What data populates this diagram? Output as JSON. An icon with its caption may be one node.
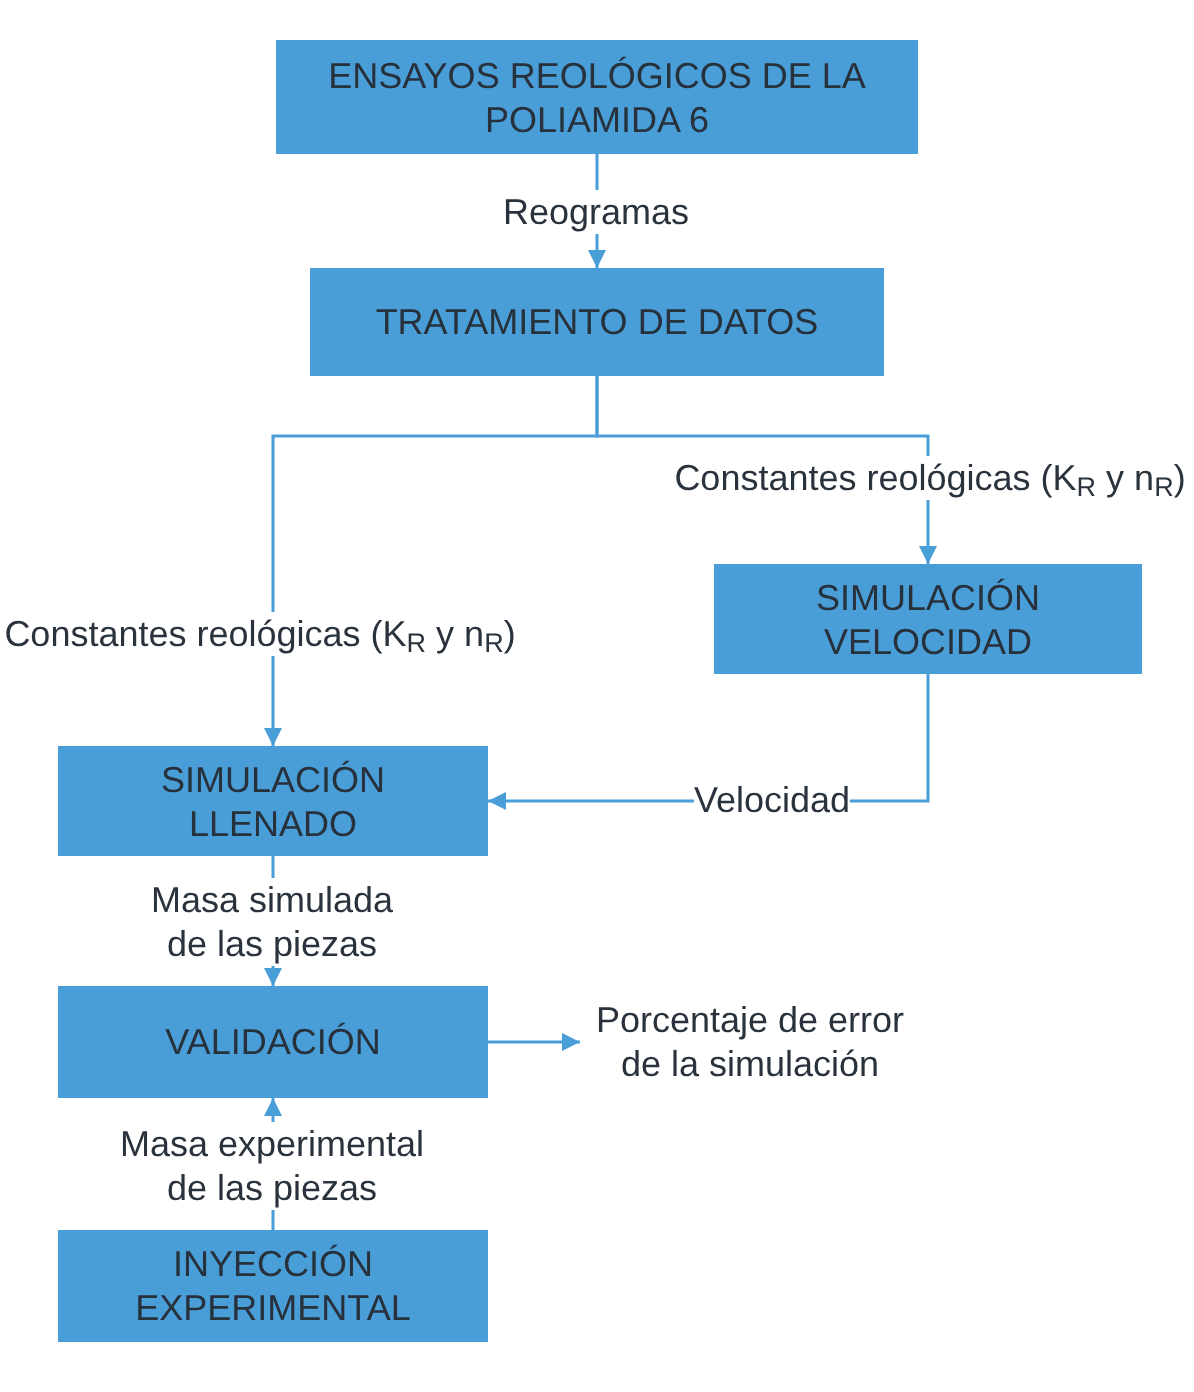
{
  "diagram": {
    "nodes": [
      {
        "text": [
          "ENSAYOS REOLÓGICOS DE LA POLIAMIDA 6"
        ]
      },
      {
        "text": [
          "TRATAMIENTO DE DATOS"
        ]
      },
      {
        "text": [
          "SIMULACIÓN VELOCIDAD"
        ]
      },
      {
        "text": [
          "SIMULACIÓN LLENADO"
        ]
      },
      {
        "text": [
          "VALIDACIÓN"
        ]
      },
      {
        "text": [
          "Porcentaje de error de la simulación"
        ]
      },
      {
        "text": [
          "INYECCIÓN EXPERIMENTAL"
        ]
      }
    ],
    "edges": [
      {
        "from": 0,
        "to": 1,
        "arrow": "to",
        "label": "Reogramas"
      },
      {
        "from": 1,
        "to": 3,
        "arrow": "to",
        "label": "Constantes reológicas (K$_{R}$ y n$_{R}$)"
      },
      {
        "from": 1,
        "to": 2,
        "arrow": "to",
        "label": "Constantes reológicas (K$_{R}$ y n$_{R}$)"
      },
      {
        "from": 2,
        "to": 3,
        "arrow": "to",
        "label": "Velocidad"
      },
      {
        "from": 3,
        "to": 4,
        "arrow": "to",
        "label": "Masa simulada de las piezas"
      },
      {
        "from": 6,
        "to": 4,
        "arrow": "to",
        "label": "Masa experimental de las piezas"
      },
      {
        "from": 4,
        "to": 5,
        "arrow": "to"
      }
    ]
  }
}
